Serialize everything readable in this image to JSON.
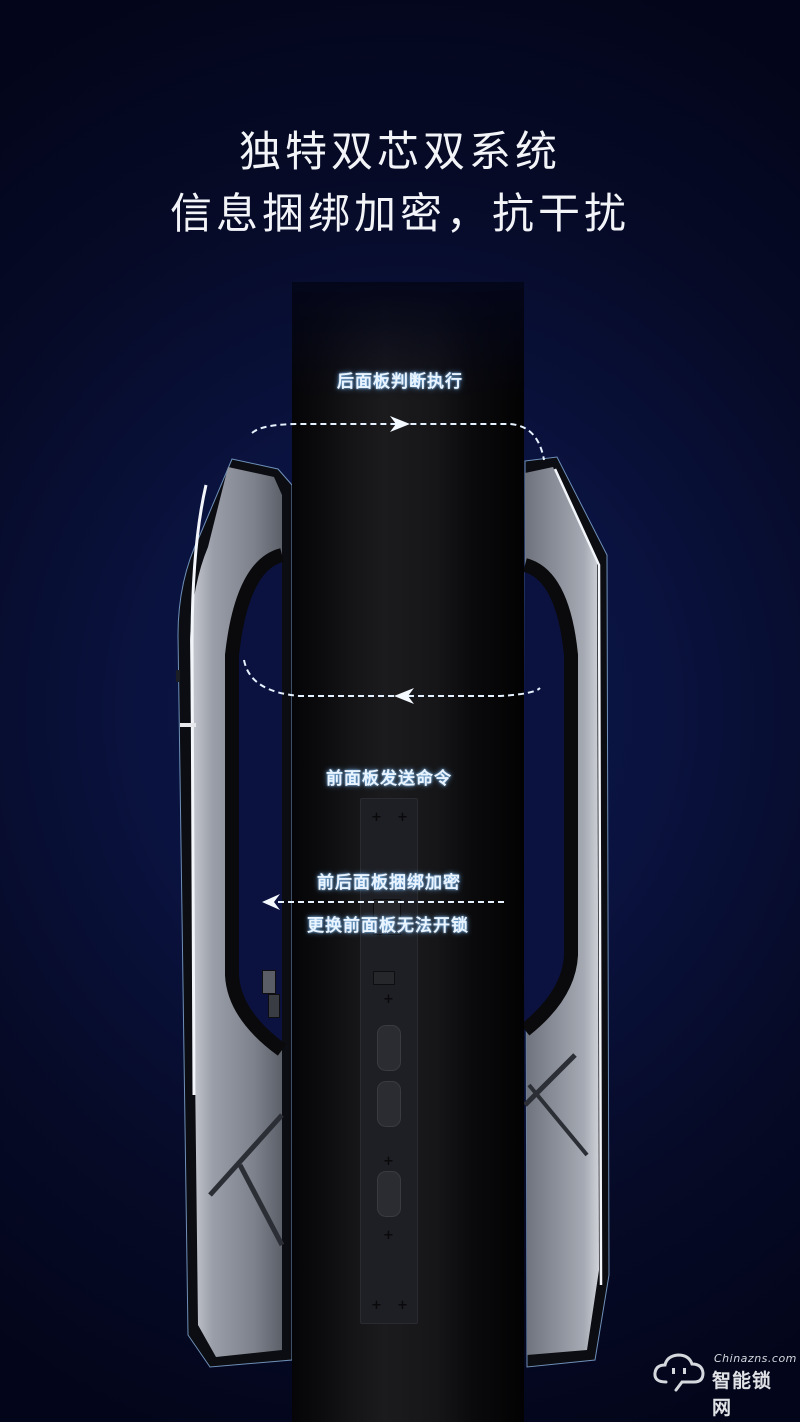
{
  "headline": {
    "line1": "独特双芯双系统",
    "line2": "信息捆绑加密，抗干扰"
  },
  "annotations": {
    "rear_panel": "后面板判断执行",
    "front_panel": "前面板发送命令",
    "binding_line1": "前后面板捆绑加密",
    "binding_line2": "更换前面板无法开锁"
  },
  "watermark": {
    "domain": "Chinazns.com",
    "name": "智能锁网",
    "icon": "cloud-icon"
  },
  "colors": {
    "background": "#0a1340",
    "door": "#141416",
    "handle_metal": "#8e929c",
    "arrow": "#e6f2ff",
    "label_glow": "#78beff"
  }
}
